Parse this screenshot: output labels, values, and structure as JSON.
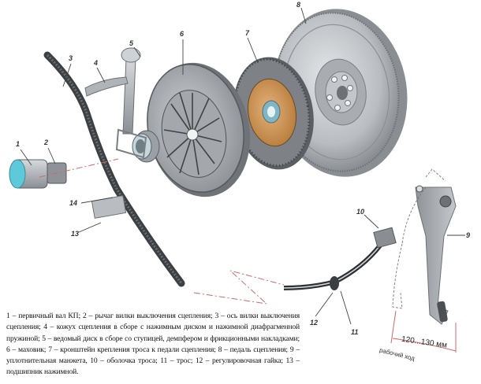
{
  "title": "Clutch assembly exploded view",
  "callouts": [
    {
      "id": "1",
      "label": "1"
    },
    {
      "id": "2",
      "label": "2"
    },
    {
      "id": "3",
      "label": "3"
    },
    {
      "id": "4",
      "label": "4"
    },
    {
      "id": "5",
      "label": "5"
    },
    {
      "id": "6",
      "label": "6"
    },
    {
      "id": "7",
      "label": "7"
    },
    {
      "id": "8",
      "label": "8"
    },
    {
      "id": "9",
      "label": "9"
    },
    {
      "id": "10",
      "label": "10"
    },
    {
      "id": "11",
      "label": "11"
    },
    {
      "id": "12",
      "label": "12"
    },
    {
      "id": "13",
      "label": "13"
    },
    {
      "id": "14",
      "label": "14"
    }
  ],
  "pedal_dimension": {
    "value": "120...130 мм",
    "label": "рабочий ход"
  },
  "caption": "1 – первичный вал КП; 2 – рычаг вилки выключения сцепления; 3 – ось вилки выключения сцепления; 4 – кожух сцепления в сборе с нажимным диском и нажимной диафрагменной пружиной; 5 – ведомый диск в сборе со ступицей, демпфером и фрикционными накладками; 6 – маховик; 7 – кронштейн крепления троса к педали сцепления; 8 – педаль сцепления; 9 – уплотнительная манжета, 10 – оболочка троса; 11 – трос; 12 – регулировочная гайка; 13 – подшипник нажимной.",
  "colors": {
    "metal": "#b9bcc0",
    "metal_dark": "#7d8186",
    "friction": "#c98f4e",
    "bearing_blue": "#5ec9d8",
    "dash_red": "#d06a6a"
  }
}
